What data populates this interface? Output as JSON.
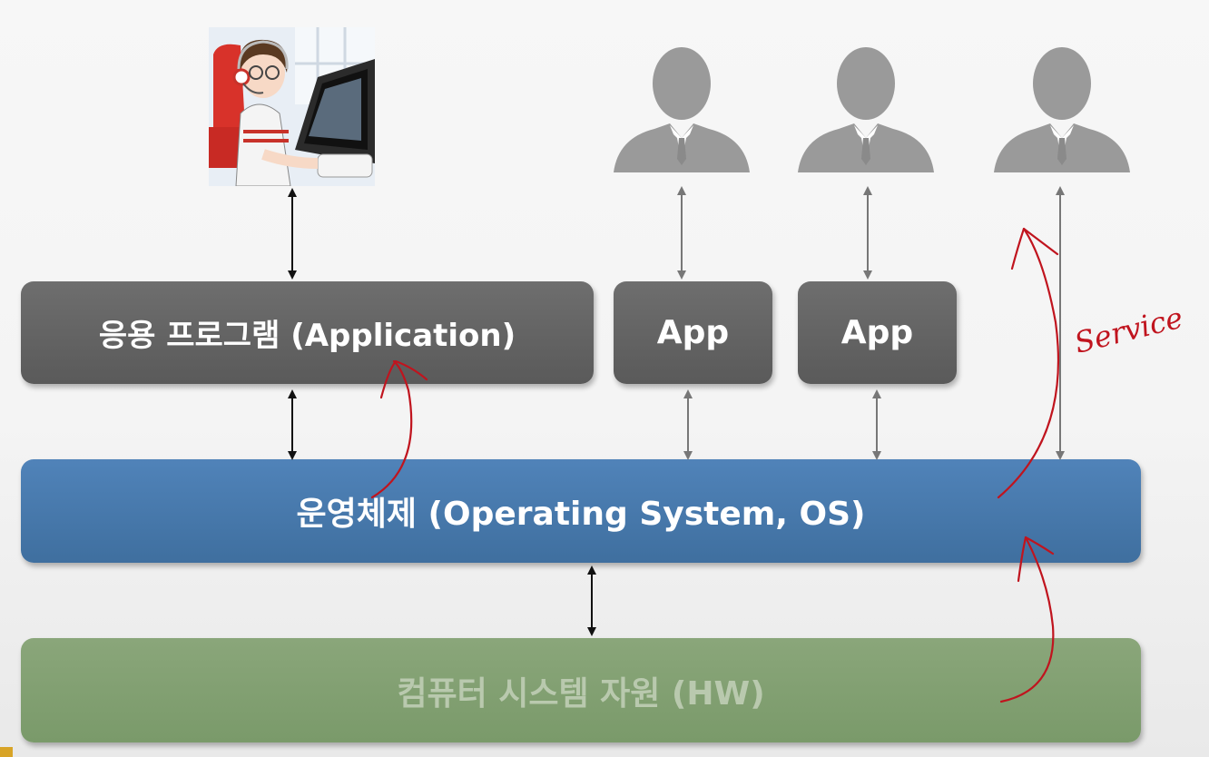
{
  "boxes": {
    "application": "응용 프로그램 (Application)",
    "app_1": "App",
    "app_2": "App",
    "os": "운영체제 (Operating System, OS)",
    "hardware": "컴퓨터 시스템 자원 (HW)"
  },
  "annotation": {
    "handwritten_label": "Service"
  },
  "icons": {
    "operator": "person-with-headset-at-computer-icon",
    "users": [
      "user-silhouette-icon",
      "user-silhouette-icon",
      "user-silhouette-icon"
    ]
  },
  "colors": {
    "app_box": "#636363",
    "os_box": "#4677aa",
    "hw_box": "#80a070",
    "hw_text": "#b9c9ae",
    "user_icon": "#9a9a9a",
    "annotation_ink": "#c0141e"
  }
}
